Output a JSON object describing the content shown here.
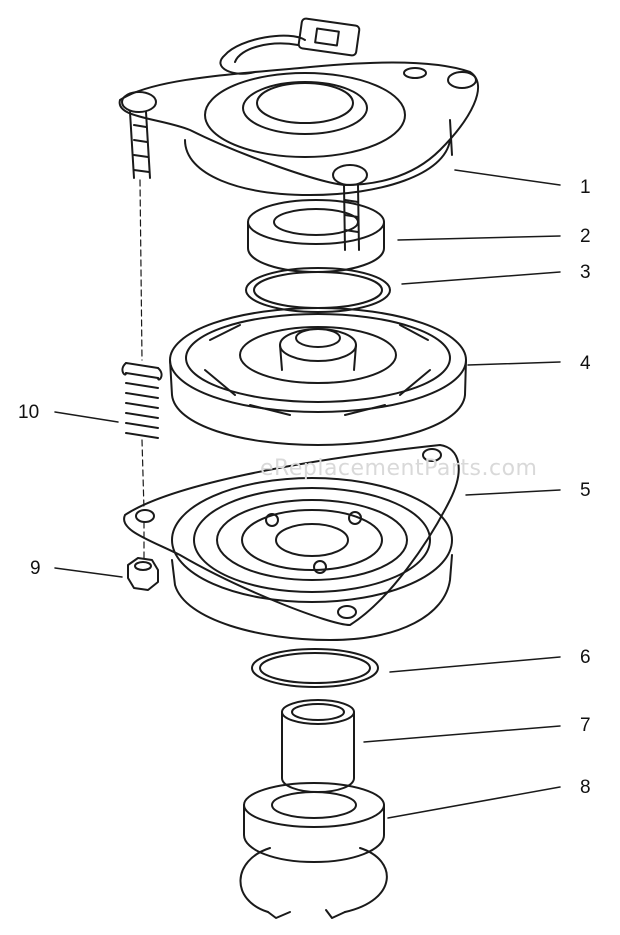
{
  "watermark": "eReplacementParts.com",
  "callouts": {
    "c1": "1",
    "c2": "2",
    "c3": "3",
    "c4": "4",
    "c5": "5",
    "c6": "6",
    "c7": "7",
    "c8": "8",
    "c9": "9",
    "c10": "10"
  },
  "colors": {
    "ink": "#1a1a1a",
    "background": "#ffffff",
    "watermark": "#d9d9d9"
  }
}
